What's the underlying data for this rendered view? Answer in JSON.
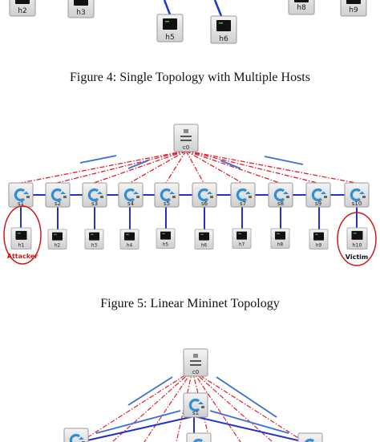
{
  "captions": {
    "fig4": "Figure 4: Single Topology with Multiple Hosts",
    "fig5": "Figure 5: Linear Mininet Topology"
  },
  "figure4_partial": {
    "hosts": [
      "h2",
      "h3",
      "h5",
      "h6",
      "h8",
      "h9"
    ]
  },
  "figure5": {
    "controller": "c0",
    "switches": [
      "s1",
      "s2",
      "s3",
      "s4",
      "s5",
      "s6",
      "s7",
      "s8",
      "s9",
      "s10"
    ],
    "hosts": [
      "h1",
      "h2",
      "h3",
      "h4",
      "h5",
      "h6",
      "h7",
      "h8",
      "h9",
      "h10"
    ],
    "annotations": {
      "attacker": "Attacker",
      "victim": "Victim"
    },
    "colors": {
      "control_link": "#e0202a",
      "data_link": "#2233cc",
      "highlight": "#cc1a1a",
      "flow_arrow": "#3a6fd8"
    }
  },
  "figure6_partial": {
    "controller": "c0",
    "switch": "s1"
  }
}
